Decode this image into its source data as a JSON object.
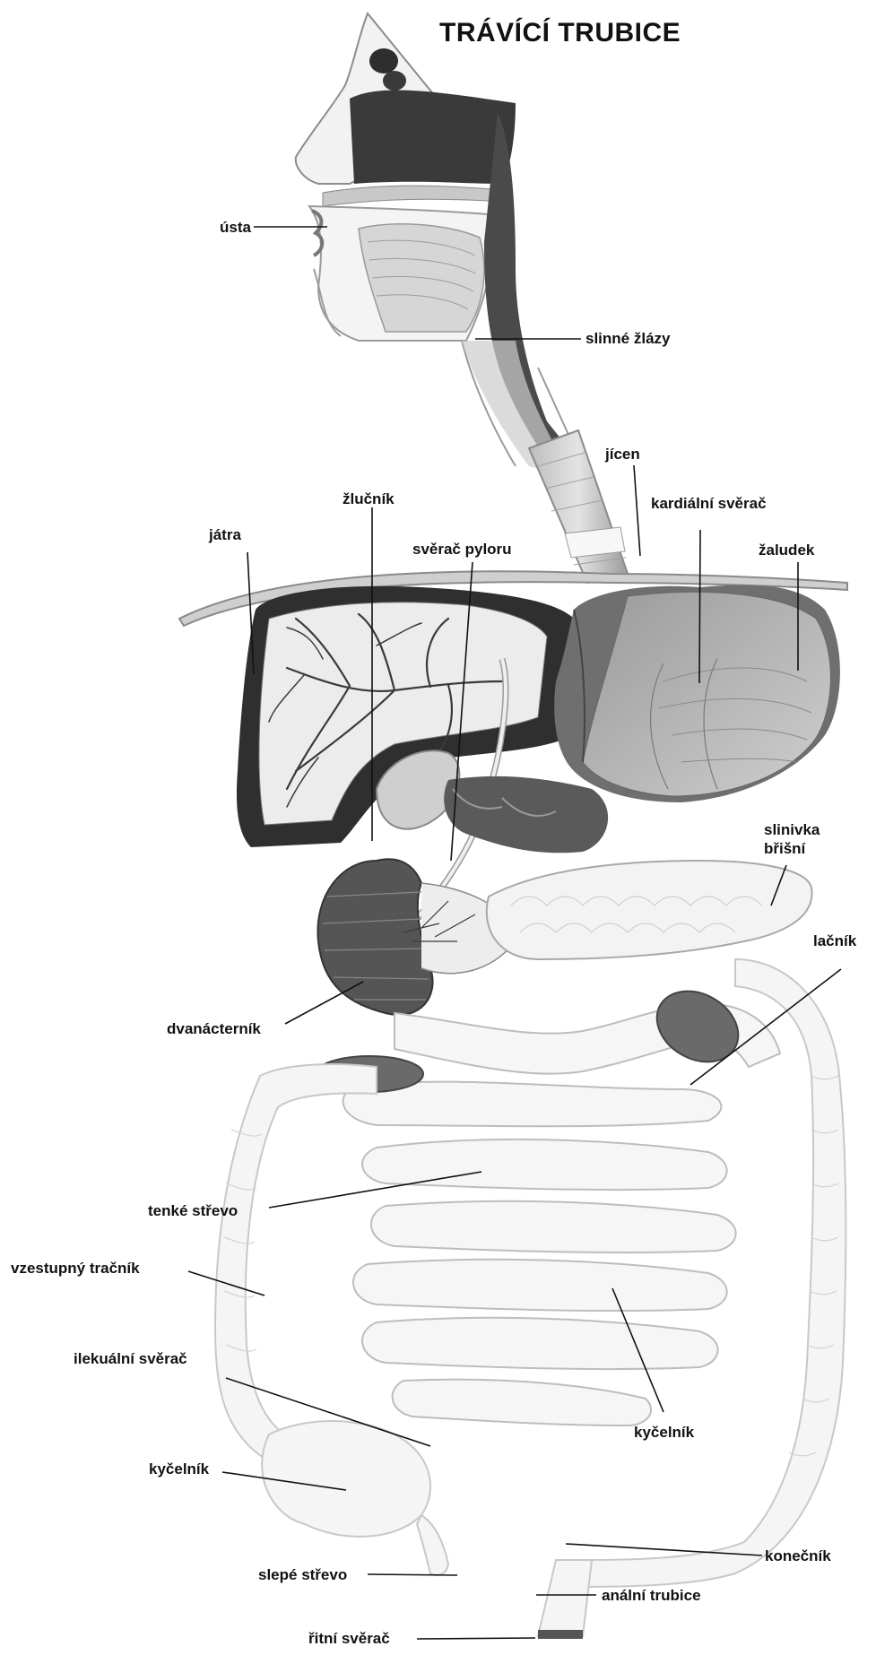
{
  "title": "TRÁVÍCÍ TRUBICE",
  "labels": {
    "usta": "ústa",
    "slinne_zlazy": "slinné žlázy",
    "jicen": "jícen",
    "zlucnik": "žlučník",
    "kardialni_sverac": "kardiální svěrač",
    "jatra": "játra",
    "sverac_pyloru": "svěrač pyloru",
    "zaludek": "žaludek",
    "slinivka_brisni": "slinivka\nbřišní",
    "lacnik": "lačník",
    "dvanacternik": "dvanácterník",
    "tenke_strevo": "tenké střevo",
    "vzestupny_tracnik": "vzestupný tračník",
    "ilekualni_sverac": "ilekuální svěrač",
    "kycelnik_right": "kyčelník",
    "kycelnik_left": "kyčelník",
    "konecnik": "konečník",
    "slepe_strevo": "slepé střevo",
    "analni_trubice": "anální trubice",
    "ritni_sverac": "řitní svěrač"
  },
  "colors": {
    "ink": "#111111",
    "dark_tissue": "#3c3c3c",
    "mid_tissue": "#8a8a8a",
    "light_tissue": "#d9d9d9",
    "pale_tissue": "#f1f1f1",
    "outline": "#9a9a9a"
  }
}
